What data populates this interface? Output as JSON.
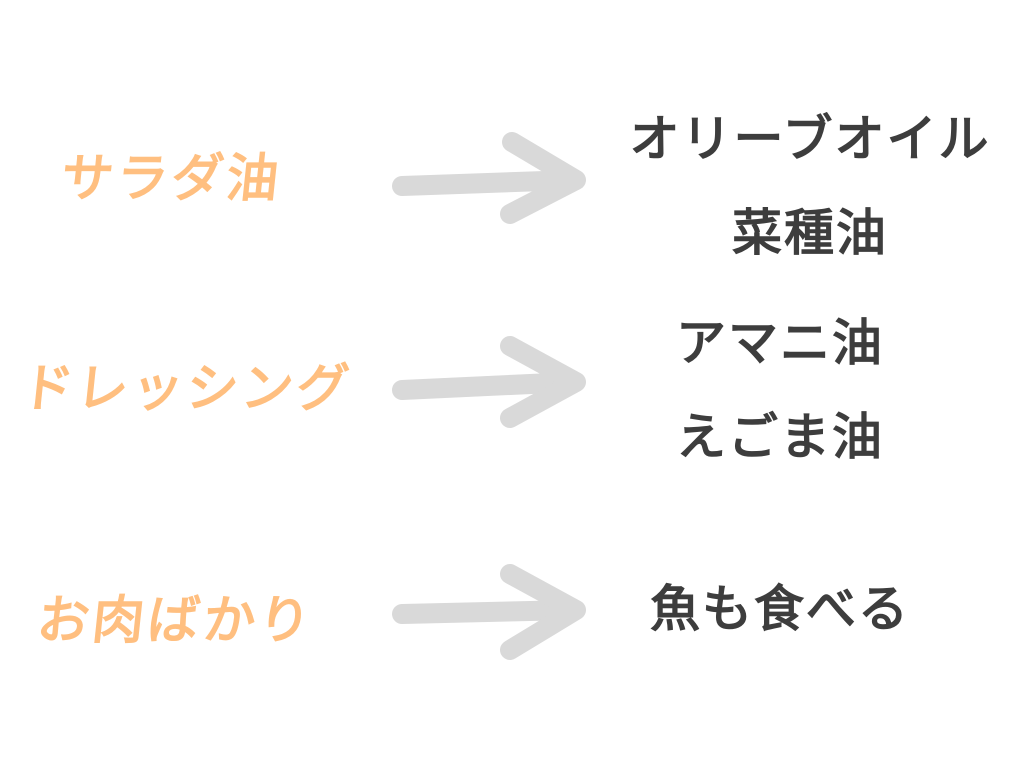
{
  "colors": {
    "left_text": "#ffbf80",
    "right_text": "#3d3d3d",
    "arrow": "#d9d9d9"
  },
  "rows": [
    {
      "from": "サラダ油",
      "to": [
        "オリーブオイル",
        "菜種油"
      ],
      "arrow_icon": "right-arrow-icon"
    },
    {
      "from": "ドレッシング",
      "to": [
        "アマニ油",
        "えごま油"
      ],
      "arrow_icon": "right-arrow-icon"
    },
    {
      "from": "お肉ばかり",
      "to": [
        "魚も食べる"
      ],
      "arrow_icon": "right-arrow-icon"
    }
  ]
}
